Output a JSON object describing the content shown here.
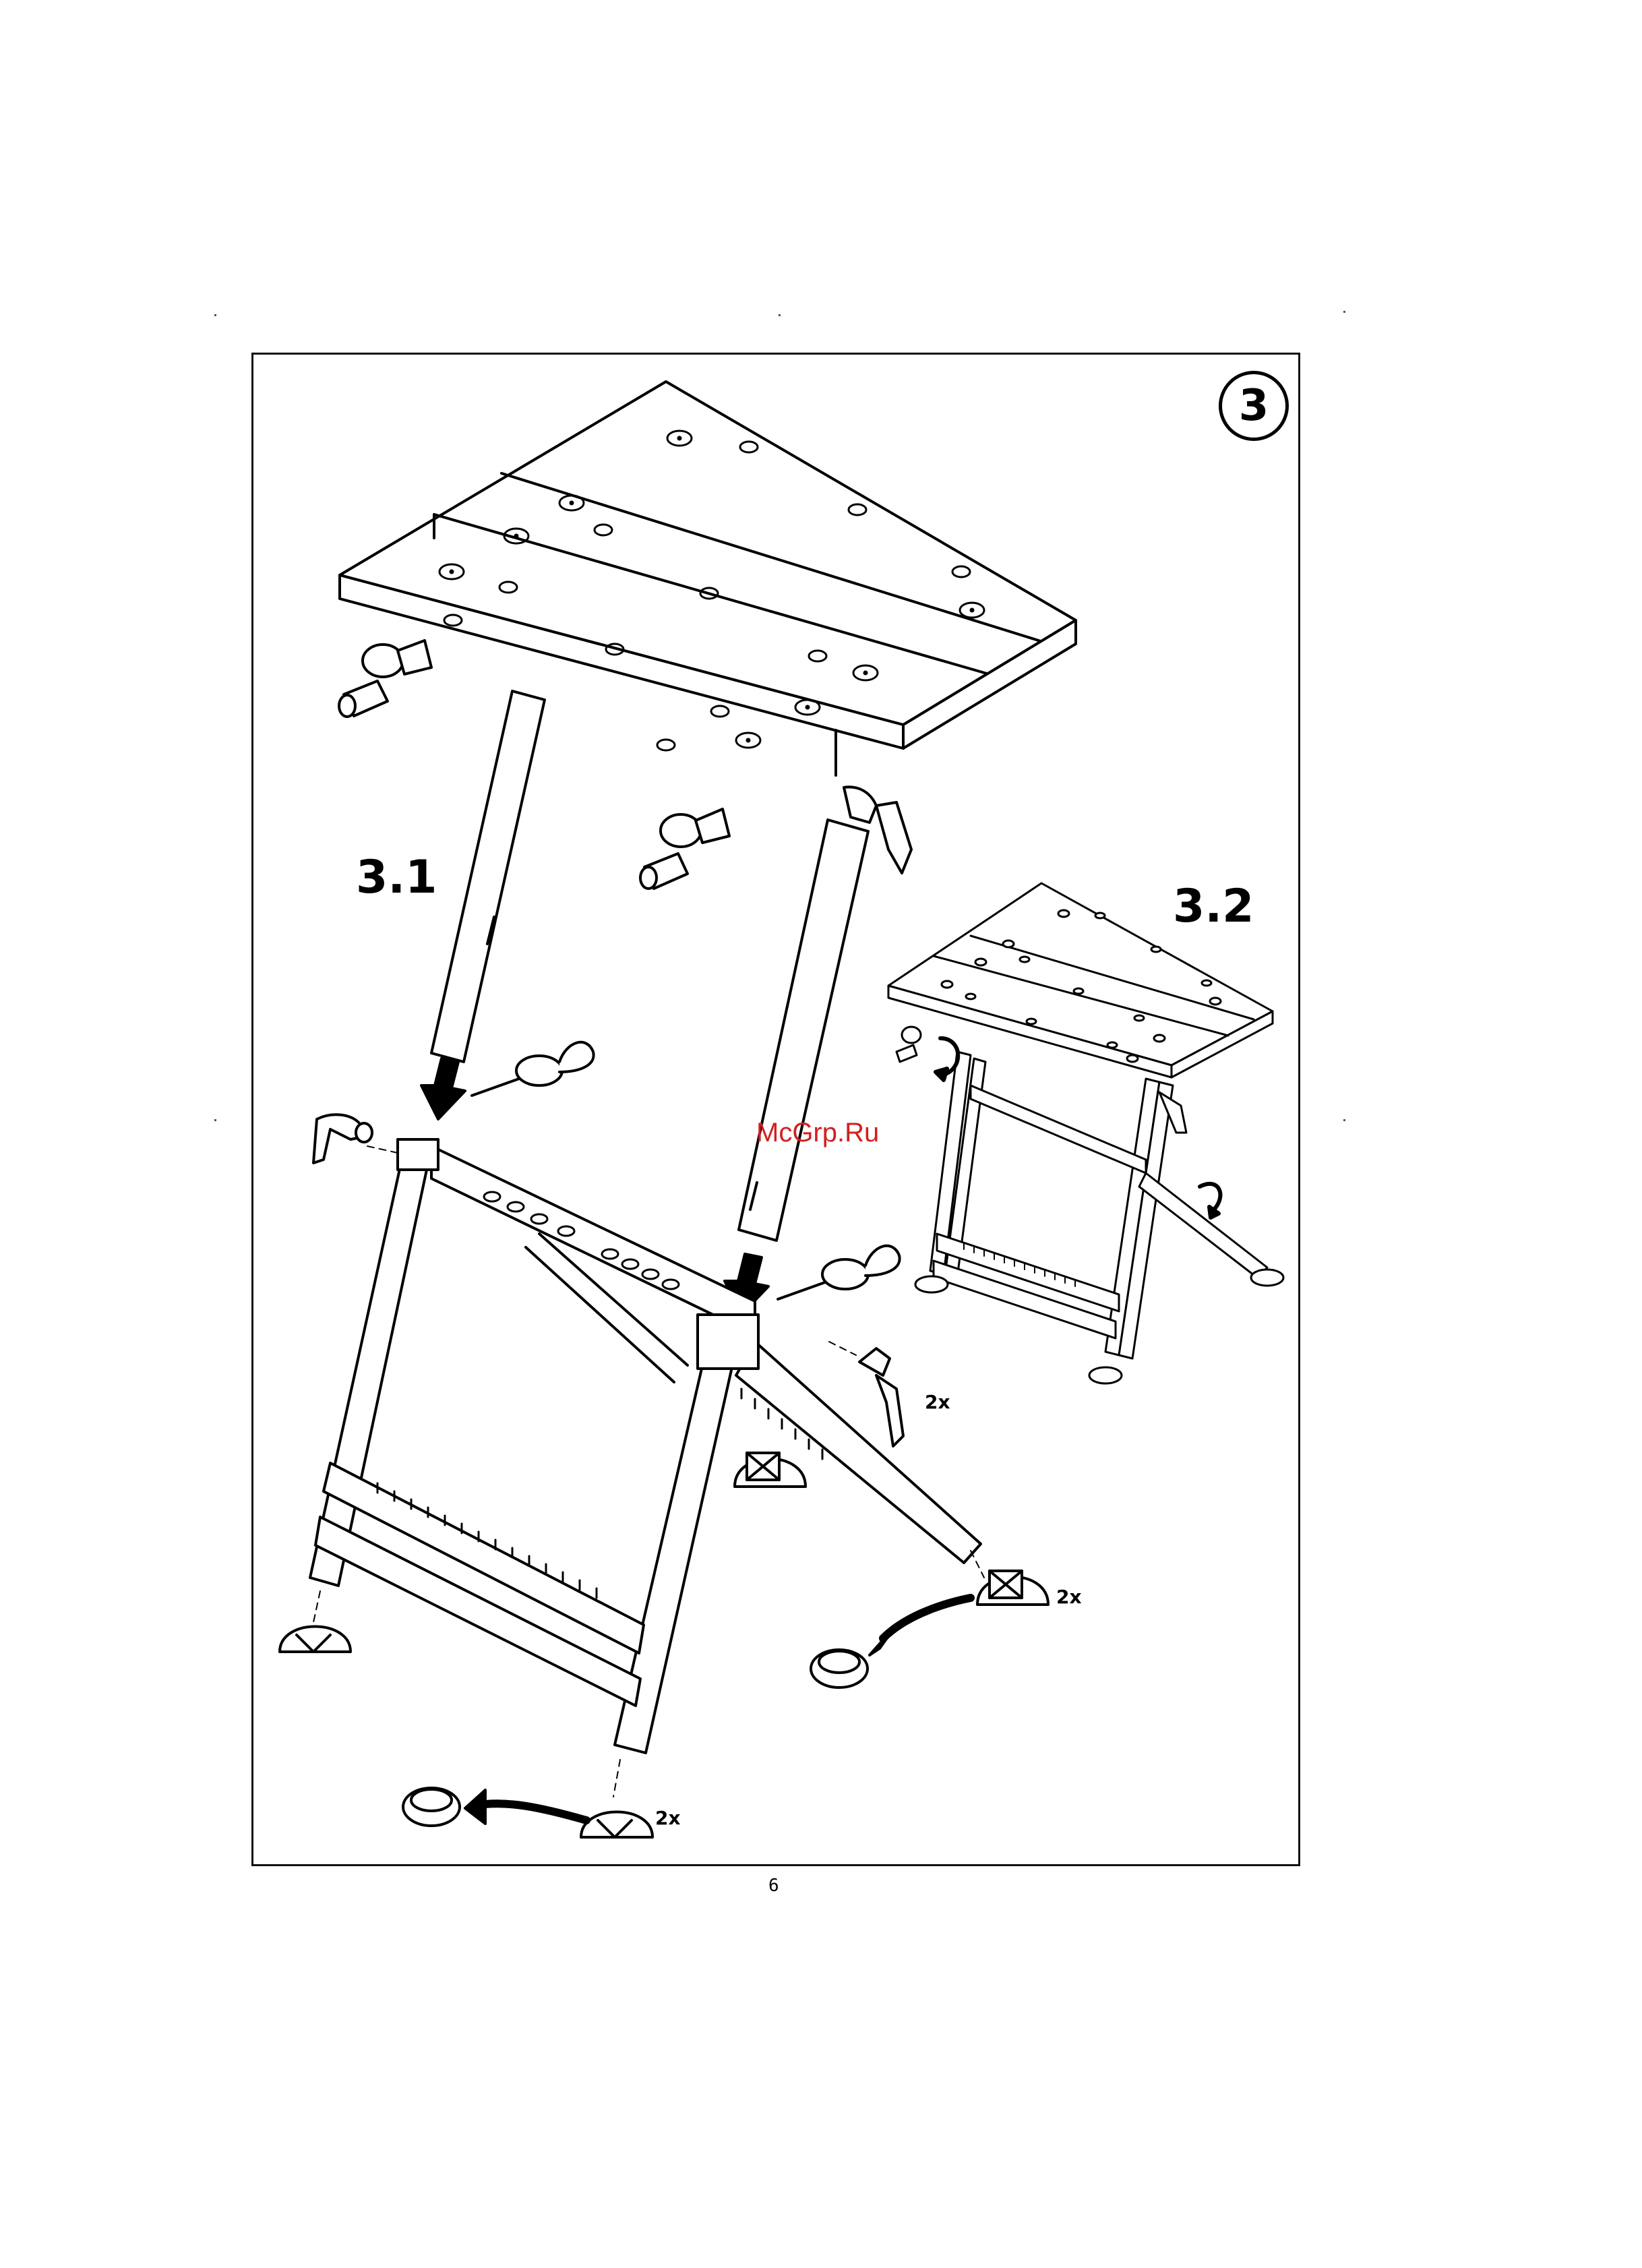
{
  "figure": {
    "step_number": "3",
    "label_main": "3.1",
    "label_inset": "3.2",
    "quantity_marks": [
      "2x",
      "2x",
      "2x"
    ]
  },
  "watermark": "McGrp.Ru",
  "footer": {
    "page_number": "6"
  },
  "colors": {
    "line": "#000000",
    "watermark": "#d31f1f",
    "paper": "#ffffff"
  }
}
